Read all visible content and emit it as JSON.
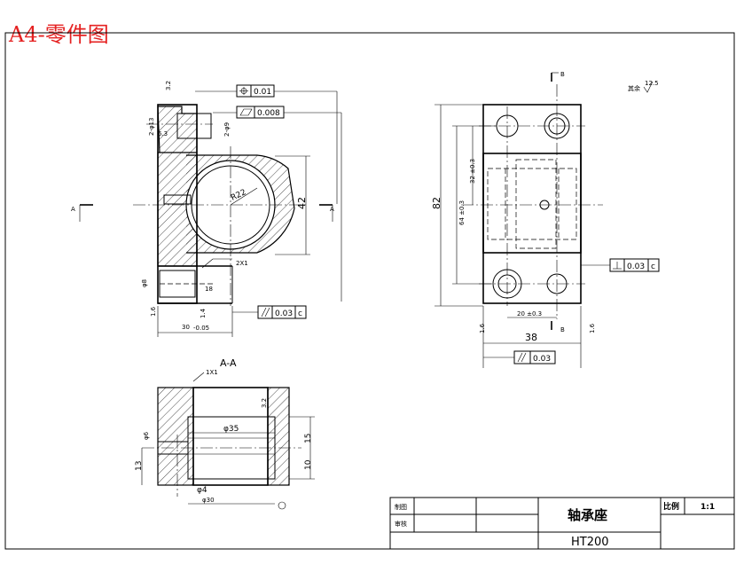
{
  "sheet": {
    "title": "A4-零件图"
  },
  "title_block": {
    "drawn_label": "制图",
    "checked_label": "审核",
    "part_name": "轴承座",
    "scale_label": "比例",
    "scale_value": "1:1",
    "material": "HT200"
  },
  "front_view": {
    "cut_marker_left": "A",
    "cut_marker_right": "A",
    "surface_finish_top": "3.2",
    "dim_2_phi13": "2-φ13",
    "dim_63": "6.3",
    "dim_2_phi9": "2-φ9",
    "dim_R22": "R22",
    "dim_42": "42",
    "dim_2x1": "2X1",
    "dim_phi8": "φ8",
    "dim_30": "30",
    "dim_30_tol": "-0.05",
    "dim_18": "18",
    "dim_16": "1.6",
    "dim_14": "1.4"
  },
  "gdt": {
    "position_value": "0.01",
    "flatness_value": "0.008",
    "parallel_value_front": "0.03",
    "parallel_datum_front": "c",
    "perp_value": "0.03",
    "perp_datum": "c",
    "parallel_value_side": "0.03"
  },
  "side_view": {
    "section_marker": "B",
    "section_marker_bottom": "B",
    "other_finish": "其余",
    "finish_value": "12.5",
    "dim_82": "82",
    "dim_64": "64 ±0.3",
    "dim_32": "32 ±0.3",
    "dim_20": "20 ±0.3",
    "dim_38": "38",
    "dim_16_left": "1.6",
    "dim_16_right": "1.6"
  },
  "section_view": {
    "title": "A-A",
    "dim_1x1": "1X1",
    "dim_phi35": "φ35",
    "dim_15": "15",
    "dim_10": "10",
    "dim_13": "13",
    "dim_phi6": "φ6",
    "dim_phi4": "φ4",
    "dim_phi30": "φ30",
    "dim_finish": "3.2"
  }
}
